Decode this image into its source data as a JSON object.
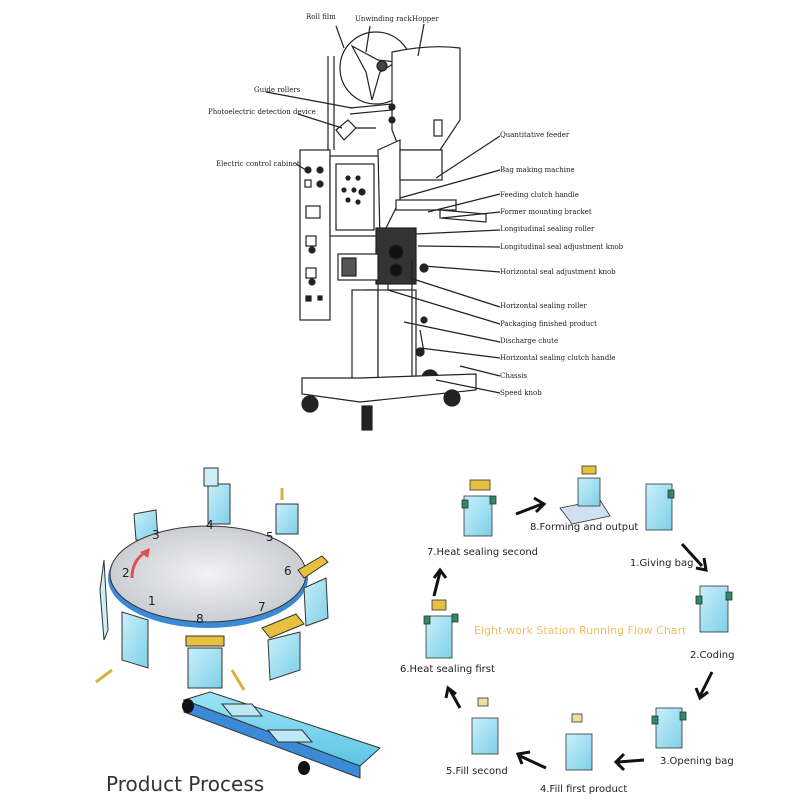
{
  "machine_diagram": {
    "labels_top": {
      "roll_film": "Roll film",
      "unwinding_rack": "Unwinding rack",
      "hopper": "Hopper"
    },
    "labels_left": {
      "guide_rollers": "Guide rollers",
      "photoelectric": "Photoelectric detection device",
      "electric_cabinet": "Electric control cabinet"
    },
    "labels_right": [
      "Quantitative feeder",
      "Bag making machine",
      "Feeding clutch handle",
      "Former mounting bracket",
      "Longitudinal sealing roller",
      "Longitudinal seal adjustment knob",
      "Horizontal seal adjustment knob",
      "Horizontal sealing roller",
      "Packaging finished product",
      "Discharge chute",
      "Horizontal sealing clutch handle",
      "Chassis",
      "Speed knob"
    ]
  },
  "product_process": {
    "title": "Product Process",
    "station_numbers": [
      "1",
      "2",
      "3",
      "4",
      "5",
      "6",
      "7",
      "8"
    ]
  },
  "flow_chart": {
    "title": "Eight-work Station Running Flow Chart",
    "steps": [
      "1.Giving bag",
      "2.Coding",
      "3.Opening bag",
      "4.Fill first product",
      "5.Fill second",
      "6.Heat sealing first",
      "7.Heat sealing second",
      "8.Forming and output"
    ]
  },
  "colors": {
    "bag_blue": "#a8d8f0",
    "seal_yellow": "#e8c040",
    "belt_blue": "#3a8ad8",
    "clip_green": "#2e8a6a",
    "flow_title": "#f0c060"
  }
}
